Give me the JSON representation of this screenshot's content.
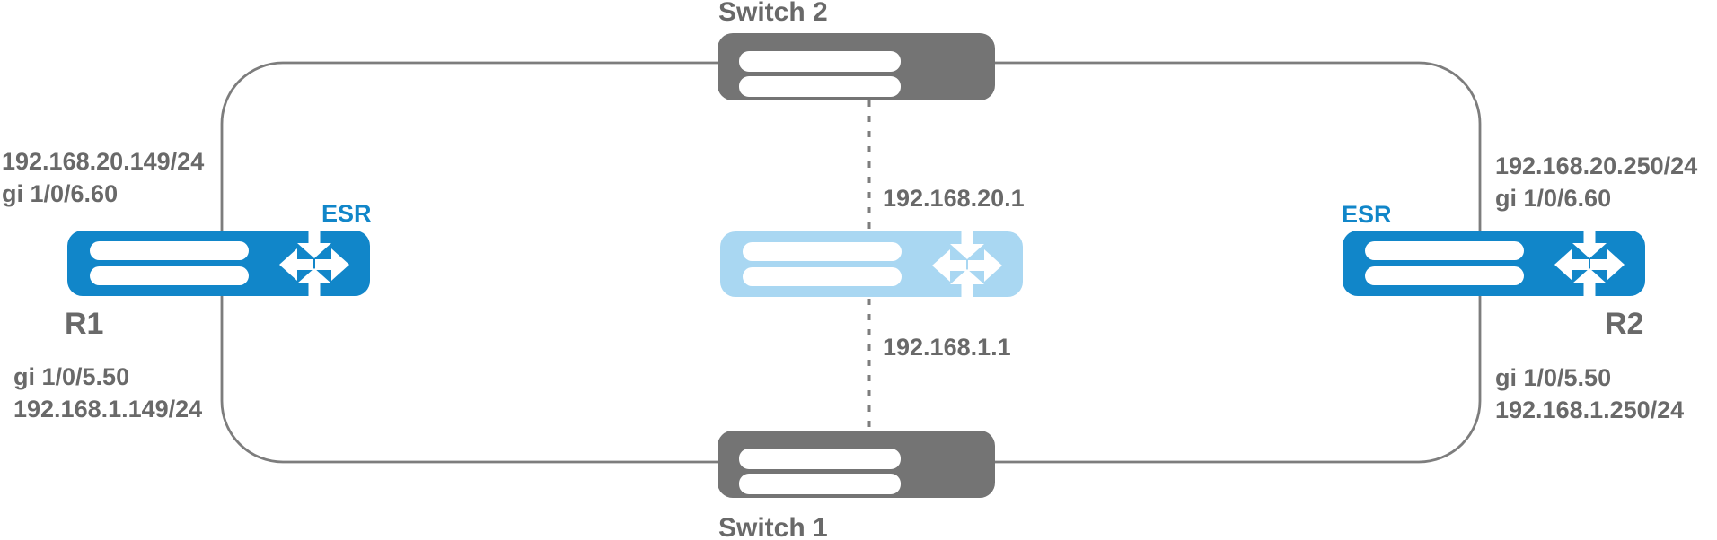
{
  "diagram_type": "network-topology",
  "colors": {
    "router_blue": "#1186c9",
    "virtual_router_blue": "#a9d7f2",
    "switch_gray": "#747474",
    "line_gray": "#7d7d7d",
    "label_gray": "#696969",
    "esr_label_blue": "#1186c9"
  },
  "nodes": {
    "r1": {
      "label": "R1",
      "device": "ESR",
      "top_interface": {
        "ip": "192.168.20.149/24",
        "port": "gi 1/0/6.60"
      },
      "bottom_interface": {
        "port": "gi 1/0/5.50",
        "ip": "192.168.1.149/24"
      }
    },
    "r2": {
      "label": "R2",
      "device": "ESR",
      "top_interface": {
        "ip": "192.168.20.250/24",
        "port": "gi 1/0/6.60"
      },
      "bottom_interface": {
        "port": "gi 1/0/5.50",
        "ip": "192.168.1.250/24"
      }
    },
    "switch_top": {
      "label": "Switch 2"
    },
    "switch_bottom": {
      "label": "Switch 1"
    },
    "virtual_router": {
      "vip_upper": "192.168.20.1",
      "vip_lower": "192.168.1.1"
    }
  }
}
